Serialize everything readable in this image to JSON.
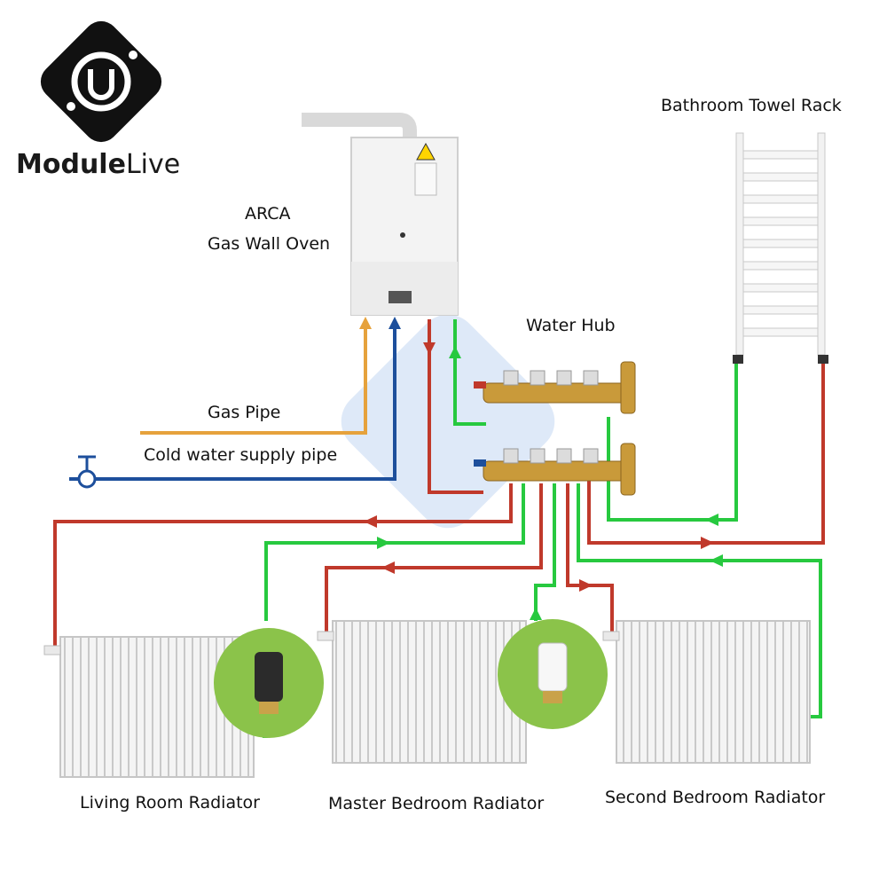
{
  "brand": {
    "name_bold": "Module",
    "name_light": "Live"
  },
  "labels": {
    "boiler_line1": "ARCA",
    "boiler_line2": "Gas Wall Oven",
    "towel_rack": "Bathroom Towel Rack",
    "water_hub": "Water Hub",
    "gas_pipe": "Gas Pipe",
    "cold_water": "Cold water supply pipe",
    "living_room": "Living Room Radiator",
    "master_bedroom": "Master Bedroom Radiator",
    "second_bedroom": "Second Bedroom Radiator"
  },
  "colors": {
    "hot_pipe": "#c0392b",
    "return_pipe": "#27c93f",
    "gas_pipe": "#e6a23c",
    "cold_pipe": "#1d4f9c",
    "logo_bg": "#111111",
    "valve_circle": "#8bc34a"
  },
  "icons": [
    "module-live-logo-icon",
    "thermostat-black-icon",
    "thermostat-white-icon",
    "valve-tap-icon",
    "warning-triangle-icon"
  ]
}
